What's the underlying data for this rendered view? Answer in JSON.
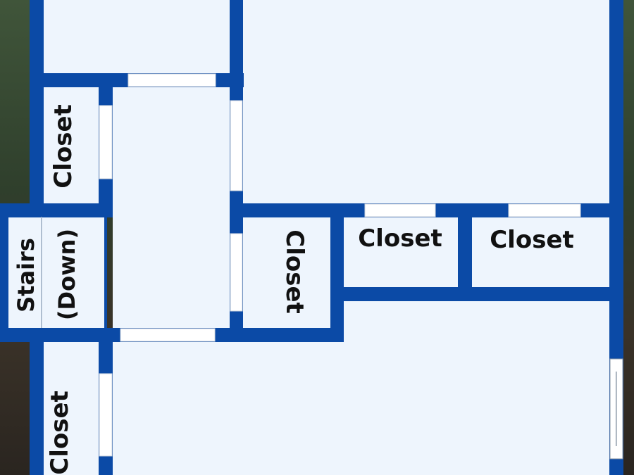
{
  "colors": {
    "wall": "#0b4aa6",
    "floor": "#eef5fd",
    "door": "#ffffff",
    "text": "#111111",
    "background": "#2f3f2c"
  },
  "labels": {
    "closet_upper_left": "Closet",
    "stairs": "Stairs",
    "stairs_direction": "(Down)",
    "closet_center": "Closet",
    "closet_right_a": "Closet",
    "closet_right_b": "Closet",
    "closet_lower_left": "Closet"
  }
}
